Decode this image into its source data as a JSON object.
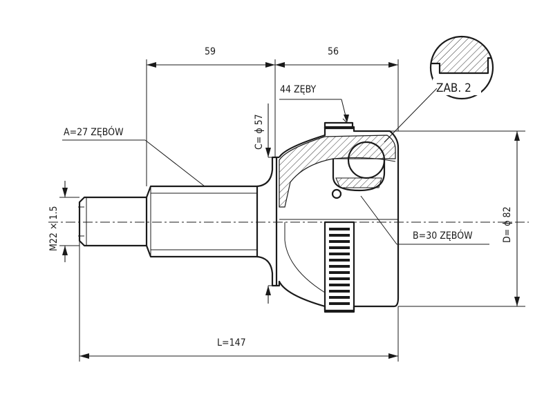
{
  "dimensions": {
    "top_left": "59",
    "top_right": "56",
    "teeth_44": "44 ZĘBY",
    "spline_a": "A=27 ZĘBÓW",
    "bore_c": "C= ϕ 57",
    "thread": "M22 × 1.5",
    "spline_b": "B=30 ZĘBÓW",
    "outer_d": "D= ϕ 82",
    "length": "L=147"
  },
  "detail": {
    "label": "ZAB. 2"
  }
}
